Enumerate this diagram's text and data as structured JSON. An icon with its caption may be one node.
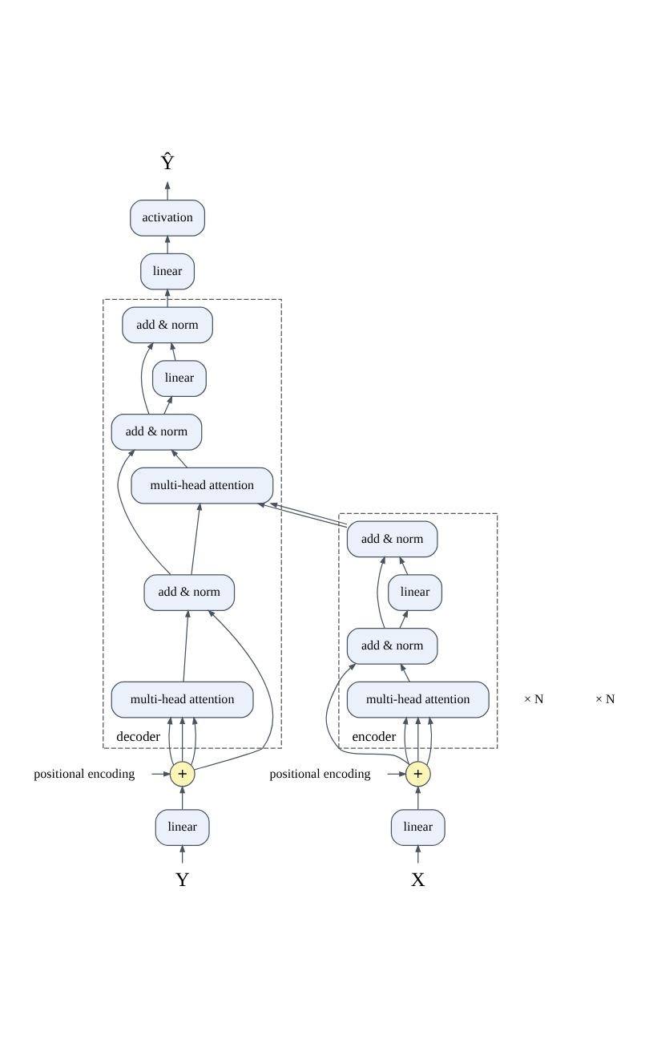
{
  "diagram": {
    "nodes": [
      {
        "text": [
          "Ŷ"
        ]
      },
      {
        "text": [
          "activation"
        ]
      },
      {
        "text": [
          "linear"
        ]
      },
      {
        "text": [
          "decoder"
        ]
      },
      {
        "text": [
          "add & norm"
        ],
        "in": 3
      },
      {
        "text": [
          "linear"
        ],
        "in": 3
      },
      {
        "text": [
          "add & norm"
        ],
        "in": 3
      },
      {
        "text": [
          "multi-head attention"
        ],
        "in": 3
      },
      {
        "text": [
          "add & norm"
        ],
        "in": 3
      },
      {
        "text": [
          "multi-head attention"
        ],
        "in": 3
      },
      {
        "text": [
          "encoder"
        ]
      },
      {
        "text": [
          "add & norm"
        ],
        "in": 10
      },
      {
        "text": [
          "linear"
        ],
        "in": 10
      },
      {
        "text": [
          "add & norm"
        ],
        "in": 10
      },
      {
        "text": [
          "multi-head attention"
        ],
        "in": 10
      },
      {
        "text": [
          "positional encoding"
        ]
      },
      {
        "text": [
          "+"
        ]
      },
      {
        "text": [
          "+"
        ]
      },
      {
        "text": [
          "positional encoding"
        ]
      },
      {
        "text": [
          "linear"
        ]
      },
      {
        "text": [
          "linear"
        ]
      },
      {
        "text": [
          "X"
        ]
      },
      {
        "text": [
          "Y"
        ]
      }
    ],
    "edges": [
      {
        "from": 21,
        "to": 19,
        "arrow": "to"
      },
      {
        "from": 19,
        "to": 16,
        "arrow": "to"
      },
      {
        "from": 15,
        "to": 16,
        "arrow": "to"
      },
      {
        "from": 16,
        "to": 14,
        "arrow": "to"
      },
      {
        "from": 16,
        "to": 14,
        "arrow": "to"
      },
      {
        "from": 16,
        "to": 14,
        "arrow": "to"
      },
      {
        "from": 16,
        "to": 13,
        "arrow": "to"
      },
      {
        "from": 14,
        "to": 13,
        "arrow": "to"
      },
      {
        "from": 13,
        "to": 12,
        "arrow": "to"
      },
      {
        "from": 13,
        "to": 11,
        "arrow": "to"
      },
      {
        "from": 12,
        "to": 11,
        "arrow": "to"
      },
      {
        "from": 11,
        "to": 7,
        "arrow": "to"
      },
      {
        "from": 11,
        "to": 7,
        "arrow": "to"
      },
      {
        "from": 22,
        "to": 20,
        "arrow": "to"
      },
      {
        "from": 20,
        "to": 17,
        "arrow": "to"
      },
      {
        "from": 18,
        "to": 17,
        "arrow": "to"
      },
      {
        "from": 17,
        "to": 9,
        "arrow": "to"
      },
      {
        "from": 17,
        "to": 9,
        "arrow": "to"
      },
      {
        "from": 17,
        "to": 9,
        "arrow": "to"
      },
      {
        "from": 17,
        "to": 8,
        "arrow": "to"
      },
      {
        "from": 9,
        "to": 8,
        "arrow": "to"
      },
      {
        "from": 8,
        "to": 7,
        "arrow": "to"
      },
      {
        "from": 8,
        "to": 6,
        "arrow": "to"
      },
      {
        "from": 7,
        "to": 6,
        "arrow": "to"
      },
      {
        "from": 6,
        "to": 5,
        "arrow": "to"
      },
      {
        "from": 6,
        "to": 4,
        "arrow": "to"
      },
      {
        "from": 5,
        "to": 4,
        "arrow": "to"
      },
      {
        "from": 4,
        "to": 2,
        "arrow": "to"
      },
      {
        "from": 2,
        "to": 1,
        "arrow": "to"
      },
      {
        "from": 1,
        "to": 0,
        "arrow": "to"
      }
    ],
    "labels": [
      "× N",
      "× N"
    ]
  }
}
